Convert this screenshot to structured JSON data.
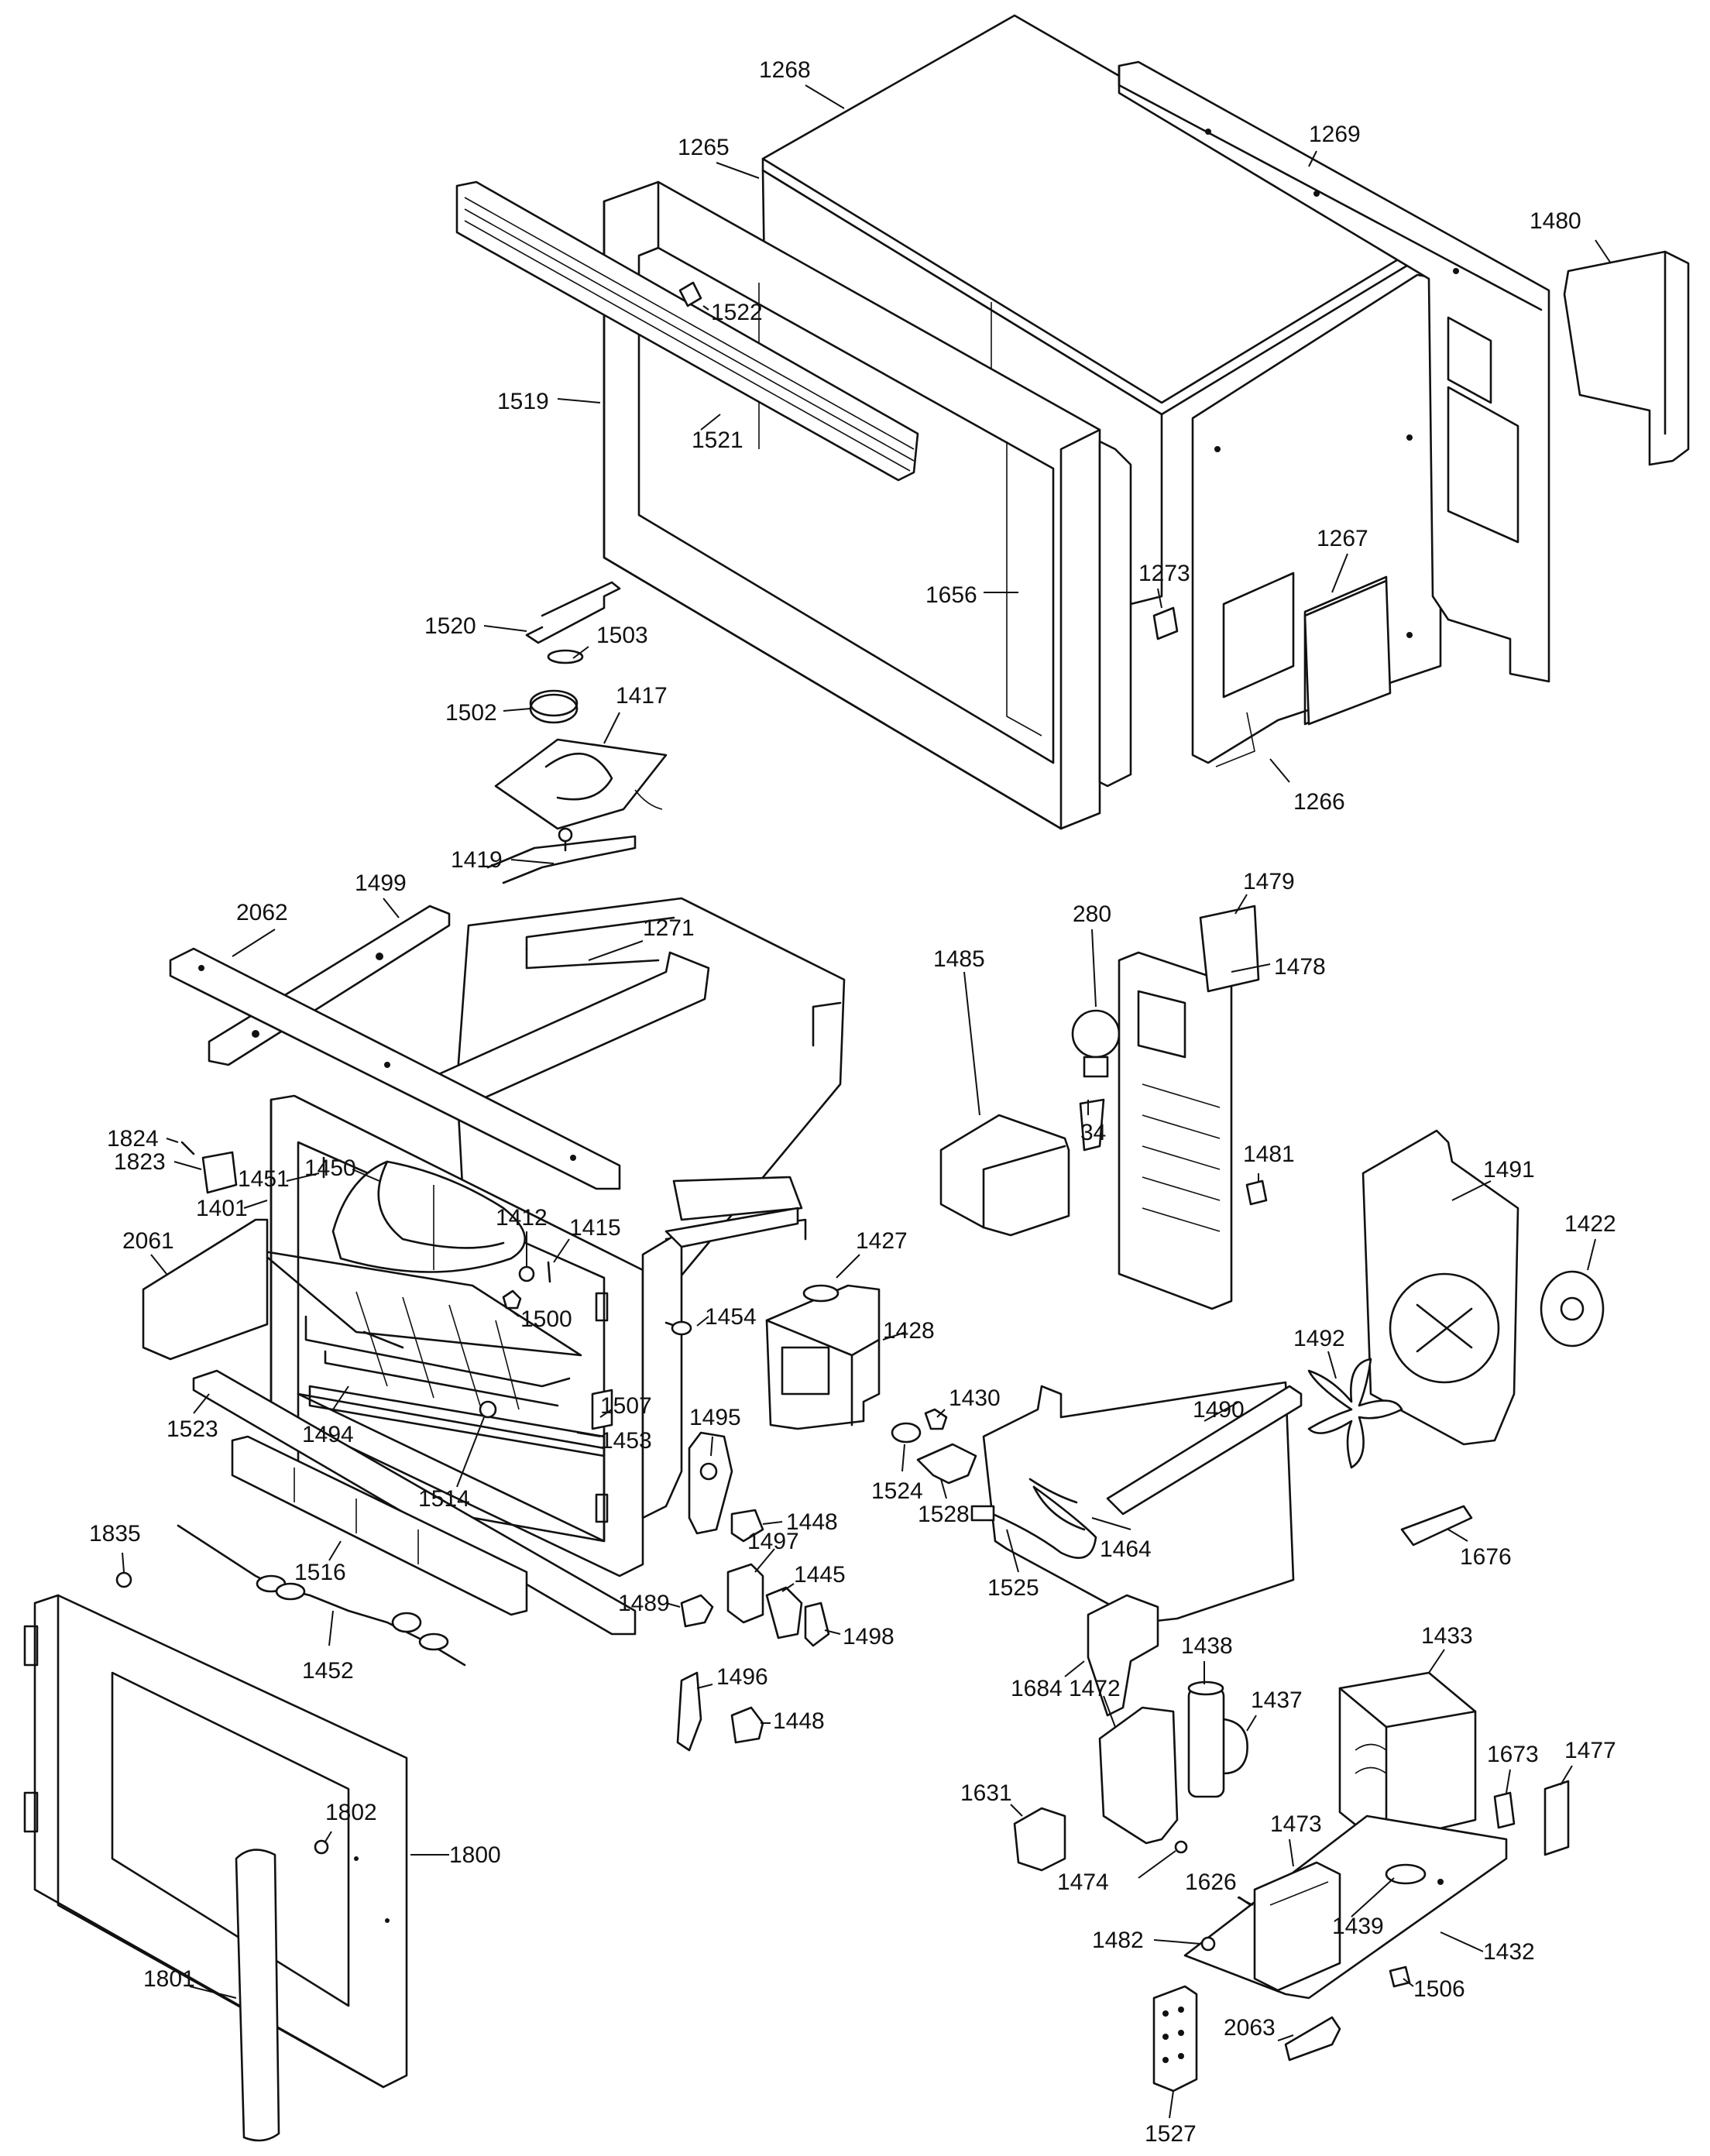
{
  "callouts": [
    {
      "id": "1268",
      "text": "1268"
    },
    {
      "id": "1269",
      "text": "1269"
    },
    {
      "id": "1265",
      "text": "1265"
    },
    {
      "id": "1480",
      "text": "1480"
    },
    {
      "id": "1522",
      "text": "1522"
    },
    {
      "id": "1519",
      "text": "1519"
    },
    {
      "id": "1521",
      "text": "1521"
    },
    {
      "id": "1267",
      "text": "1267"
    },
    {
      "id": "1273",
      "text": "1273"
    },
    {
      "id": "1656",
      "text": "1656"
    },
    {
      "id": "1520",
      "text": "1520"
    },
    {
      "id": "1503",
      "text": "1503"
    },
    {
      "id": "1502",
      "text": "1502"
    },
    {
      "id": "1417",
      "text": "1417"
    },
    {
      "id": "1266",
      "text": "1266"
    },
    {
      "id": "1419",
      "text": "1419"
    },
    {
      "id": "1499",
      "text": "1499"
    },
    {
      "id": "2062",
      "text": "2062"
    },
    {
      "id": "1271",
      "text": "1271"
    },
    {
      "id": "280",
      "text": "280"
    },
    {
      "id": "1479",
      "text": "1479"
    },
    {
      "id": "1485",
      "text": "1485"
    },
    {
      "id": "1478",
      "text": "1478"
    },
    {
      "id": "34",
      "text": "34"
    },
    {
      "id": "1824",
      "text": "1824"
    },
    {
      "id": "1823",
      "text": "1823"
    },
    {
      "id": "1451",
      "text": "1451"
    },
    {
      "id": "1450",
      "text": "1450"
    },
    {
      "id": "1401",
      "text": "1401"
    },
    {
      "id": "1481",
      "text": "1481"
    },
    {
      "id": "1491",
      "text": "1491"
    },
    {
      "id": "2061",
      "text": "2061"
    },
    {
      "id": "1412",
      "text": "1412"
    },
    {
      "id": "1415",
      "text": "1415"
    },
    {
      "id": "1427",
      "text": "1427"
    },
    {
      "id": "1422",
      "text": "1422"
    },
    {
      "id": "1500",
      "text": "1500"
    },
    {
      "id": "1454",
      "text": "1454"
    },
    {
      "id": "1428",
      "text": "1428"
    },
    {
      "id": "1492",
      "text": "1492"
    },
    {
      "id": "1507",
      "text": "1507"
    },
    {
      "id": "1430",
      "text": "1430"
    },
    {
      "id": "1490",
      "text": "1490"
    },
    {
      "id": "1523",
      "text": "1523"
    },
    {
      "id": "1494",
      "text": "1494"
    },
    {
      "id": "1453",
      "text": "1453"
    },
    {
      "id": "1495",
      "text": "1495"
    },
    {
      "id": "1524",
      "text": "1524"
    },
    {
      "id": "1514",
      "text": "1514"
    },
    {
      "id": "1528",
      "text": "1528"
    },
    {
      "id": "1464",
      "text": "1464"
    },
    {
      "id": "1448a",
      "text": "1448"
    },
    {
      "id": "1676",
      "text": "1676"
    },
    {
      "id": "1835",
      "text": "1835"
    },
    {
      "id": "1516",
      "text": "1516"
    },
    {
      "id": "1497",
      "text": "1497"
    },
    {
      "id": "1445",
      "text": "1445"
    },
    {
      "id": "1525",
      "text": "1525"
    },
    {
      "id": "1489",
      "text": "1489"
    },
    {
      "id": "1498",
      "text": "1498"
    },
    {
      "id": "1433",
      "text": "1433"
    },
    {
      "id": "1438",
      "text": "1438"
    },
    {
      "id": "1452",
      "text": "1452"
    },
    {
      "id": "1684",
      "text": "1684"
    },
    {
      "id": "1472",
      "text": "1472"
    },
    {
      "id": "1496",
      "text": "1496"
    },
    {
      "id": "1437",
      "text": "1437"
    },
    {
      "id": "1448b",
      "text": "1448"
    },
    {
      "id": "1673",
      "text": "1673"
    },
    {
      "id": "1477",
      "text": "1477"
    },
    {
      "id": "1631",
      "text": "1631"
    },
    {
      "id": "1802",
      "text": "1802"
    },
    {
      "id": "1800",
      "text": "1800"
    },
    {
      "id": "1473",
      "text": "1473"
    },
    {
      "id": "1474",
      "text": "1474"
    },
    {
      "id": "1626",
      "text": "1626"
    },
    {
      "id": "1439",
      "text": "1439"
    },
    {
      "id": "1482",
      "text": "1482"
    },
    {
      "id": "1432",
      "text": "1432"
    },
    {
      "id": "1801",
      "text": "1801"
    },
    {
      "id": "1506",
      "text": "1506"
    },
    {
      "id": "2063",
      "text": "2063"
    },
    {
      "id": "1527",
      "text": "1527"
    }
  ]
}
